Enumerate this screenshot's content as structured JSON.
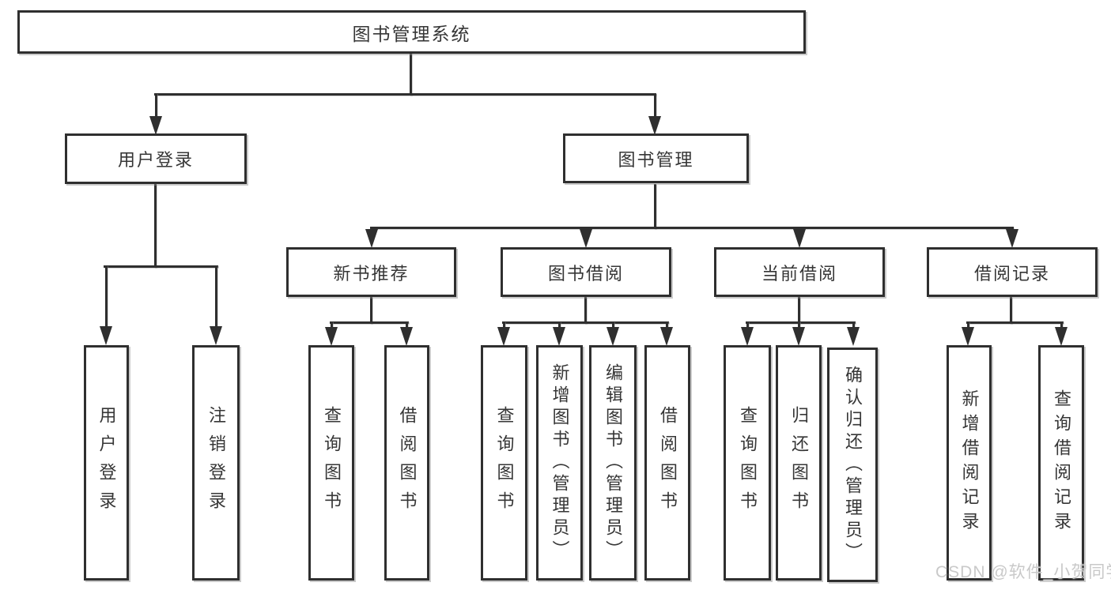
{
  "diagram": {
    "root": "图书管理系统",
    "level2": [
      {
        "label": "用户登录",
        "children": [
          "用户登录",
          "注销登录"
        ]
      },
      {
        "label": "图书管理",
        "children": [
          {
            "label": "新书推荐",
            "children": [
              "查询图书",
              "借阅图书"
            ]
          },
          {
            "label": "图书借阅",
            "children": [
              "查询图书",
              "新增图书（管理员）",
              "编辑图书（管理员）",
              "借阅图书"
            ]
          },
          {
            "label": "当前借阅",
            "children": [
              "查询图书",
              "归还图书",
              "确认归还（管理员）"
            ]
          },
          {
            "label": "借阅记录",
            "children": [
              "新增借阅记录",
              "查询借阅记录"
            ]
          }
        ]
      }
    ],
    "watermark": "CSDN @软件_小贺同学",
    "colors": {
      "line": "#2f2f2f",
      "text": "#363636",
      "watermark": "#c9c9c9",
      "background": "#ffffff"
    }
  }
}
